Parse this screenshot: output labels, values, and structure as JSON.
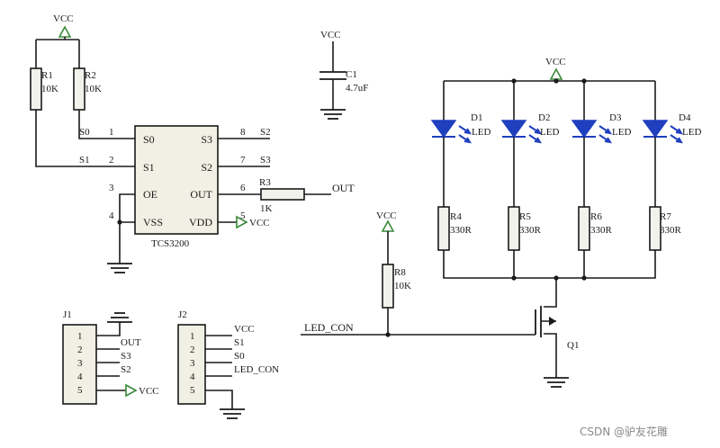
{
  "power": {
    "vcc": "VCC"
  },
  "resistors": {
    "r1": {
      "ref": "R1",
      "value": "10K"
    },
    "r2": {
      "ref": "R2",
      "value": "10K"
    },
    "r3": {
      "ref": "R3",
      "value": "1K"
    },
    "r4": {
      "ref": "R4",
      "value": "330R"
    },
    "r5": {
      "ref": "R5",
      "value": "330R"
    },
    "r6": {
      "ref": "R6",
      "value": "330R"
    },
    "r7": {
      "ref": "R7",
      "value": "330R"
    },
    "r8": {
      "ref": "R8",
      "value": "10K"
    }
  },
  "capacitor": {
    "ref": "C1",
    "value": "4.7uF"
  },
  "leds": [
    {
      "ref": "D1",
      "label": "LED"
    },
    {
      "ref": "D2",
      "label": "LED"
    },
    {
      "ref": "D3",
      "label": "LED"
    },
    {
      "ref": "D4",
      "label": "LED"
    }
  ],
  "transistor": {
    "ref": "Q1"
  },
  "ic": {
    "name": "TCS3200",
    "left_pins": [
      {
        "num": "1",
        "name": "S0"
      },
      {
        "num": "2",
        "name": "S1"
      },
      {
        "num": "3",
        "name": "OE"
      },
      {
        "num": "4",
        "name": "VSS"
      }
    ],
    "right_pins": [
      {
        "num": "8",
        "name": "S3"
      },
      {
        "num": "7",
        "name": "S2"
      },
      {
        "num": "6",
        "name": "OUT"
      },
      {
        "num": "5",
        "name": "VDD"
      }
    ]
  },
  "nets": {
    "s0": "S0",
    "s1": "S1",
    "s2": "S2",
    "s3": "S3",
    "out": "OUT",
    "led_con": "LED_CON"
  },
  "j1": {
    "ref": "J1",
    "pins": [
      "1",
      "2",
      "3",
      "4",
      "5"
    ],
    "signals": [
      "",
      "OUT",
      "S3",
      "S2",
      "VCC"
    ]
  },
  "j2": {
    "ref": "J2",
    "pins": [
      "1",
      "2",
      "3",
      "4",
      "5"
    ],
    "signals": [
      "VCC",
      "S1",
      "S0",
      "LED_CON",
      ""
    ]
  },
  "watermark": "CSDN @驴友花雕"
}
